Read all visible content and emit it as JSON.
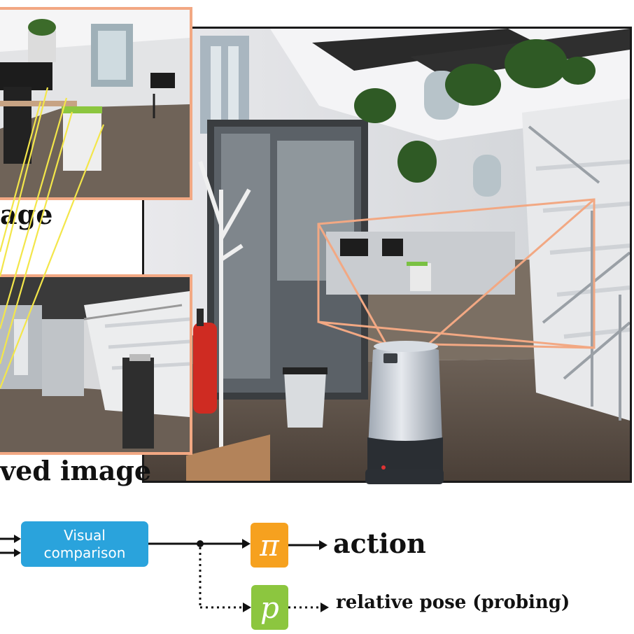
{
  "captions": {
    "goal": "age",
    "observed": "ved image"
  },
  "pipeline": {
    "visual_comparison": "Visual\ncomparison",
    "policy_symbol": "π",
    "probe_symbol": "p",
    "action": "action",
    "relative_pose": "relative pose (probing)"
  },
  "colors": {
    "visual_box": "#2aa3dc",
    "policy_box": "#f6a11f",
    "probe_box": "#8cc63f",
    "inset_border": "#f2a883",
    "correspondence_lines": "#f3e64a"
  },
  "icons": {
    "robot": "robot-icon"
  }
}
